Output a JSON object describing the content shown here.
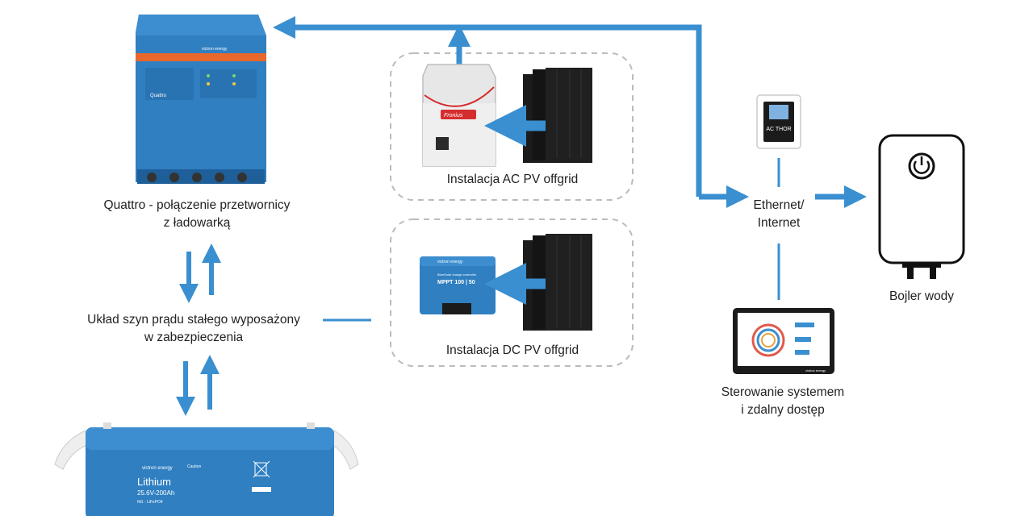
{
  "colors": {
    "victron_blue": "#2f7fc1",
    "arrow_blue": "#3a8fd0",
    "victron_dark": "#1f5f99",
    "orange_stripe": "#e8672b",
    "dashed_border": "#bbbbbb",
    "panel_black": "#1b1b1b",
    "text": "#222222"
  },
  "quattro": {
    "device_brand": "victron energy",
    "device_model": "Quattro",
    "caption_line1": "Quattro - połączenie przetwornicy",
    "caption_line2": "z ładowarką"
  },
  "dc_bus": {
    "caption_line1": "Układ szyn prądu stałego wyposażony",
    "caption_line2": "w zabezpieczenia"
  },
  "ac_pv": {
    "inverter_brand": "Fronius",
    "caption": "Instalacja AC PV offgrid"
  },
  "dc_pv": {
    "controller_brand": "victron energy",
    "controller_name": "BlueSolar charge controller",
    "controller_model": "MPPT 100 | 50",
    "caption": "Instalacja DC PV offgrid"
  },
  "network": {
    "acthor_label": "AC THOR",
    "caption_line1": "Ethernet/",
    "caption_line2": "Internet"
  },
  "boiler": {
    "caption": "Bojler wody"
  },
  "control": {
    "caption_line1": "Sterowanie systemem",
    "caption_line2": "i zdalny dostęp",
    "screen_brand": "victron energy"
  },
  "battery": {
    "brand": "victron energy",
    "chemistry": "Lithium",
    "spec": "25.6V-200Ah",
    "sub": "NG - LiFePO4",
    "caution": "Caution"
  },
  "icons": [
    "arrow-up-icon",
    "arrow-down-icon",
    "arrow-left-icon",
    "arrow-right-icon",
    "power-icon",
    "recycle-bin-icon"
  ]
}
